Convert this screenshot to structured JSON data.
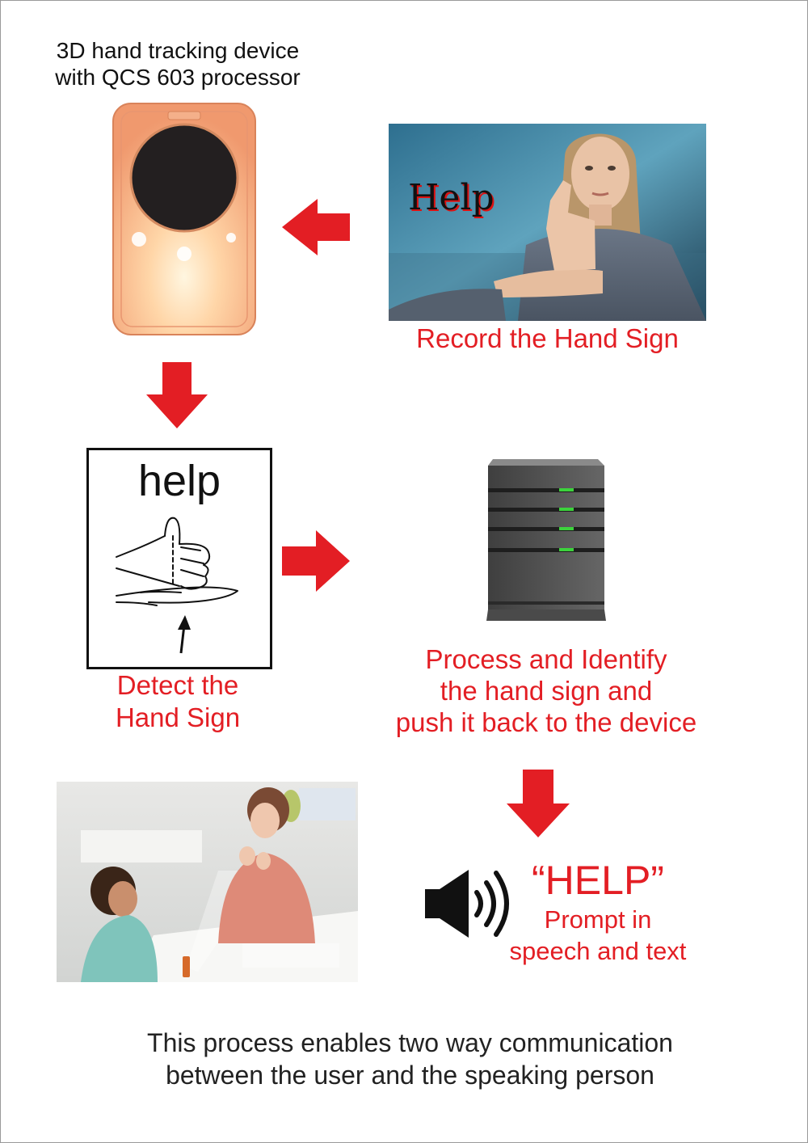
{
  "device": {
    "caption_lines": [
      "3D hand tracking device",
      "with QCS 603 processor"
    ],
    "icon": "hand-tracking-device-icon"
  },
  "record": {
    "overlay_text": "Help",
    "label": "Record the Hand Sign"
  },
  "detect": {
    "sign_word": "help",
    "label_lines": [
      "Detect the",
      "Hand Sign"
    ]
  },
  "process": {
    "icon": "server-icon",
    "label_lines": [
      "Process and Identify",
      "the hand sign and",
      "push it back to the device"
    ]
  },
  "output": {
    "icon": "speaker-icon",
    "help_word": "“HELP”",
    "prompt_lines": [
      "Prompt in",
      "speech and text"
    ]
  },
  "footer": {
    "lines": [
      "This process enables two way communication",
      "between the user and the speaking person"
    ]
  },
  "colors": {
    "accent_red": "#e31e24",
    "device_orange": "#f1a27a",
    "server_gray": "#555555",
    "led_green": "#3cd23c"
  }
}
